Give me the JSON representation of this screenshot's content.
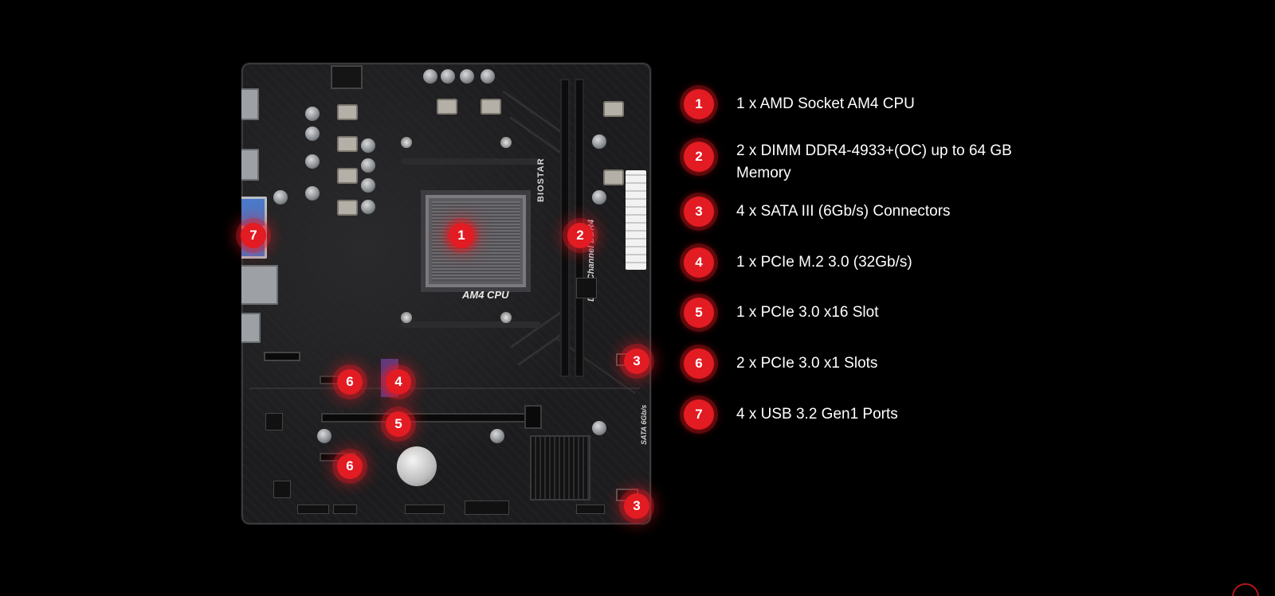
{
  "accent_color": "#e31b23",
  "background_color": "#000000",
  "board": {
    "cpu_label": "AM4 CPU",
    "dimm_label": "Dual Channel DDR4",
    "brand_label": "BIOSTAR",
    "sata_label": "SATA 6Gb/s",
    "hotspots": [
      {
        "id": "7",
        "label": "7"
      },
      {
        "id": "1",
        "label": "1"
      },
      {
        "id": "2",
        "label": "2"
      },
      {
        "id": "3a",
        "label": "3"
      },
      {
        "id": "6a",
        "label": "6"
      },
      {
        "id": "4",
        "label": "4"
      },
      {
        "id": "5",
        "label": "5"
      },
      {
        "id": "6b",
        "label": "6"
      },
      {
        "id": "3b",
        "label": "3"
      }
    ]
  },
  "specs": [
    {
      "number": "1",
      "text": "1 x AMD Socket AM4 CPU"
    },
    {
      "number": "2",
      "text": "2 x DIMM DDR4-4933+(OC) up to 64 GB Memory"
    },
    {
      "number": "3",
      "text": "4 x SATA III (6Gb/s) Connectors"
    },
    {
      "number": "4",
      "text": "1 x PCIe M.2 3.0 (32Gb/s)"
    },
    {
      "number": "5",
      "text": "1 x PCIe 3.0 x16 Slot"
    },
    {
      "number": "6",
      "text": "2 x PCIe 3.0 x1 Slots"
    },
    {
      "number": "7",
      "text": "4 x USB 3.2 Gen1 Ports"
    }
  ]
}
